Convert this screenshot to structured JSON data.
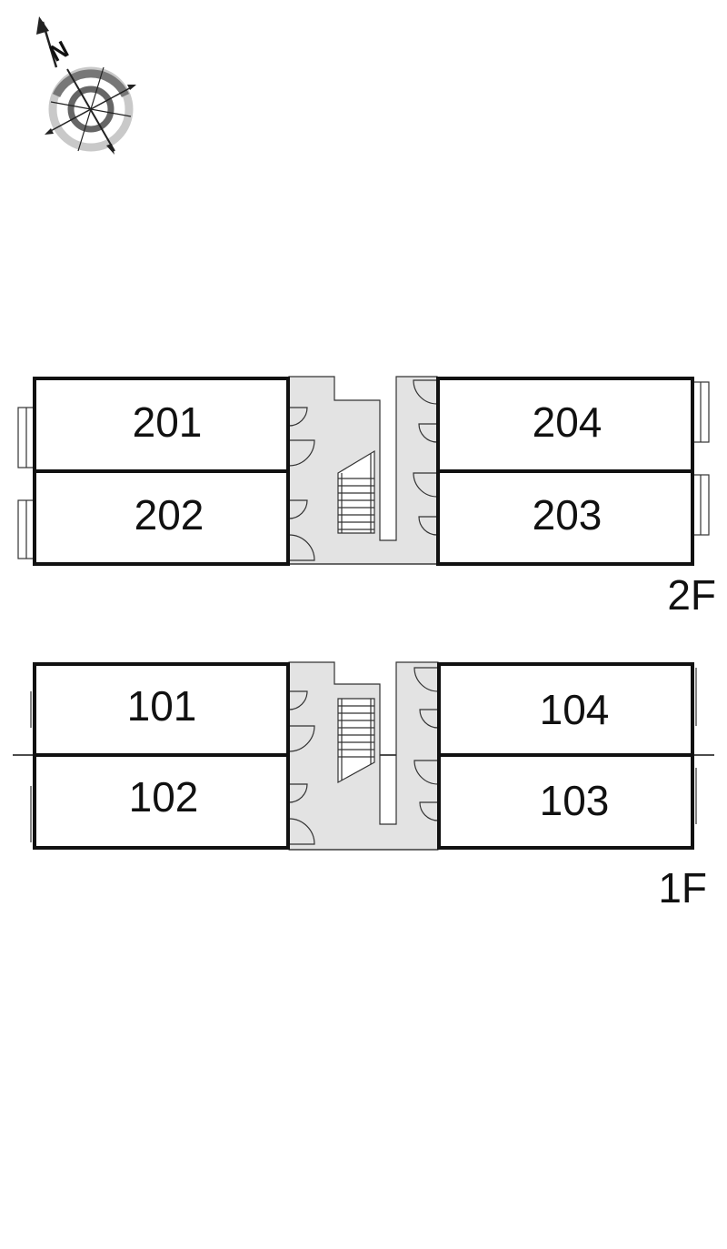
{
  "compass": {
    "north_label": "N"
  },
  "floors": [
    {
      "label": "2F",
      "units": {
        "top_left": "201",
        "bottom_left": "202",
        "top_right": "204",
        "bottom_right": "203"
      }
    },
    {
      "label": "1F",
      "units": {
        "top_left": "101",
        "bottom_left": "102",
        "top_right": "104",
        "bottom_right": "103"
      }
    }
  ]
}
